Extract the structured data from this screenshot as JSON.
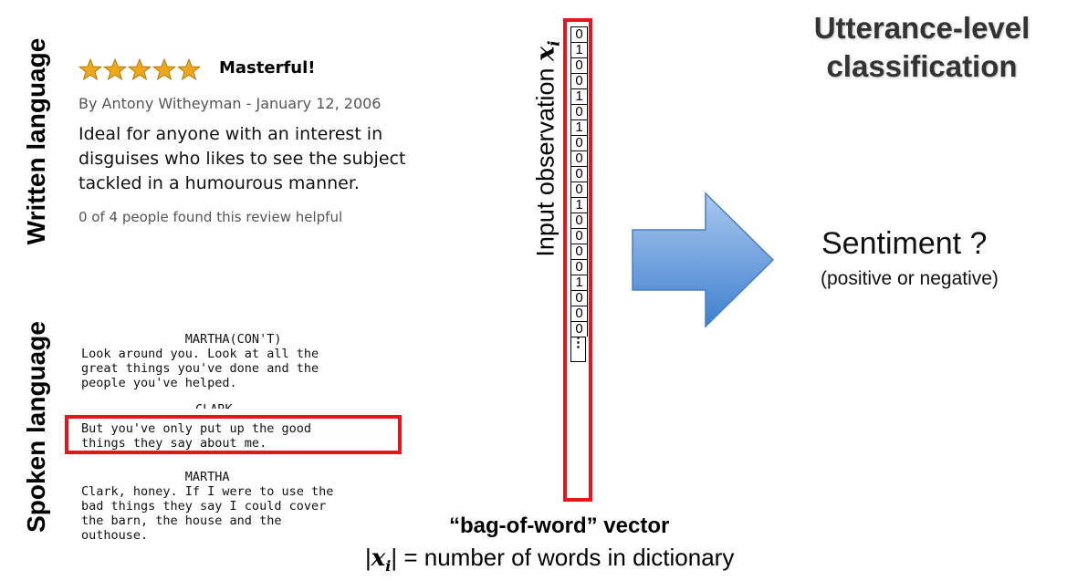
{
  "left_labels": {
    "written": "Written language",
    "spoken": "Spoken language"
  },
  "review": {
    "rating_stars": 5,
    "star_color": "#f0a81a",
    "title": "Masterful!",
    "byline": "By Antony Witheyman - January 12, 2006",
    "body": "Ideal for anyone with an interest in disguises who likes to see the subject tackled in a humourous manner.",
    "helpful": "0 of 4 people found this review helpful"
  },
  "script": {
    "block1": "              MARTHA(CON'T)\nLook around you. Look at all the\ngreat things you've done and the\npeople you've helped.",
    "speaker2": "CLARK",
    "highlighted": "But you've only put up the good\nthings they say about me.",
    "block3": "              MARTHA\nClark, honey. If I were to use the\nbad things they say I could cover\nthe barn, the house and the\nouthouse."
  },
  "vector": {
    "label": "Input observation",
    "symbol": "x",
    "subscript": "i",
    "values": [
      "0",
      "1",
      "0",
      "0",
      "1",
      "0",
      "1",
      "0",
      "0",
      "0",
      "0",
      "1",
      "0",
      "0",
      "0",
      "0",
      "1",
      "0",
      "0",
      "0"
    ],
    "ellipsis": "⋮"
  },
  "caption": {
    "bow": "“bag-of-word” vector",
    "dict_prefix": "|",
    "dict_symbol": "x",
    "dict_sub": "i",
    "dict_suffix": "| = number of words in dictionary"
  },
  "right": {
    "heading_line1": "Utterance-level",
    "heading_line2": "classification",
    "sentiment": "Sentiment ?",
    "polarity": "(positive or negative)"
  },
  "colors": {
    "highlight_red": "#e8141b",
    "arrow_light": "#a9c8ef",
    "arrow_dark": "#3f7fcf"
  }
}
